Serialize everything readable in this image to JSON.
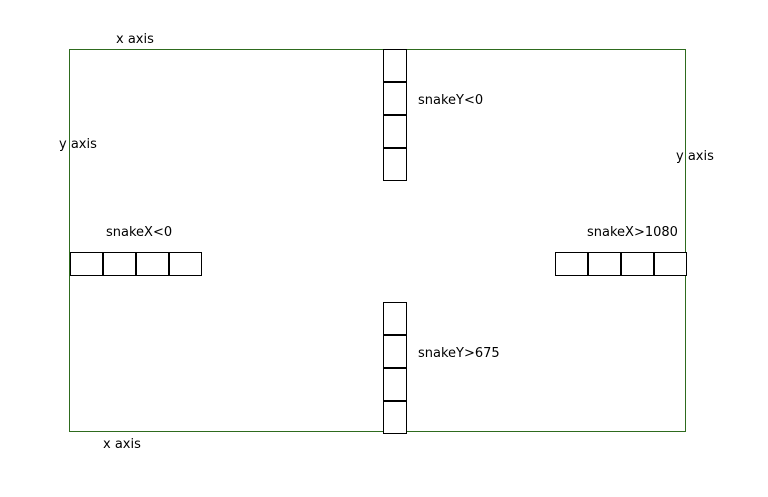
{
  "colors": {
    "boundary": "#2e6b1e",
    "segment_stroke": "#000000",
    "segment_fill": "#ffffff",
    "text": "#000000"
  },
  "labels": {
    "x_axis_top": "x axis",
    "x_axis_bottom": "x axis",
    "y_axis_left": "y axis",
    "y_axis_right": "y axis",
    "snake_top": "snakeY<0",
    "snake_bottom": "snakeY>675",
    "snake_left": "snakeX<0",
    "snake_right": "snakeX>1080"
  },
  "snakes": {
    "top": {
      "orientation": "vertical",
      "segments": 4
    },
    "bottom": {
      "orientation": "vertical",
      "segments": 4
    },
    "left": {
      "orientation": "horizontal",
      "segments": 4
    },
    "right": {
      "orientation": "horizontal",
      "segments": 4
    }
  }
}
